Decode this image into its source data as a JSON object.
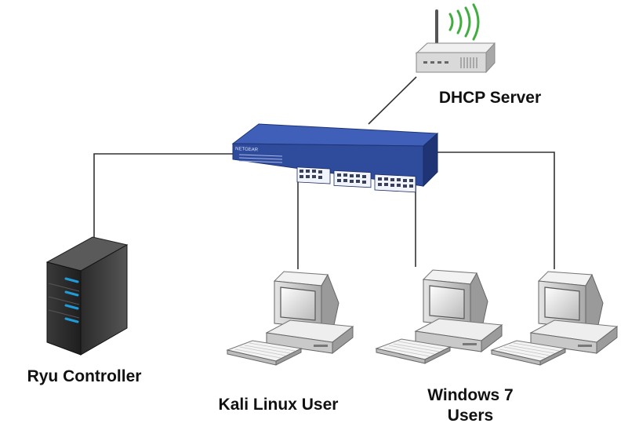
{
  "labels": {
    "dhcp_server": "DHCP Server",
    "ryu_controller": "Ryu Controller",
    "kali_linux_user": "Kali Linux User",
    "windows_users_line1": "Windows 7",
    "windows_users_line2": "Users"
  },
  "switch": {
    "brand": "NETGEAR"
  },
  "colors": {
    "switch_body": "#2e4b9c",
    "switch_top": "#3f5fb8",
    "wifi_waves": "#3fae3f",
    "server_led": "#1f9bd8",
    "link_line": "#333333"
  },
  "icons": [
    "router-icon",
    "switch-icon",
    "server-icon",
    "desktop-computer-icon"
  ]
}
